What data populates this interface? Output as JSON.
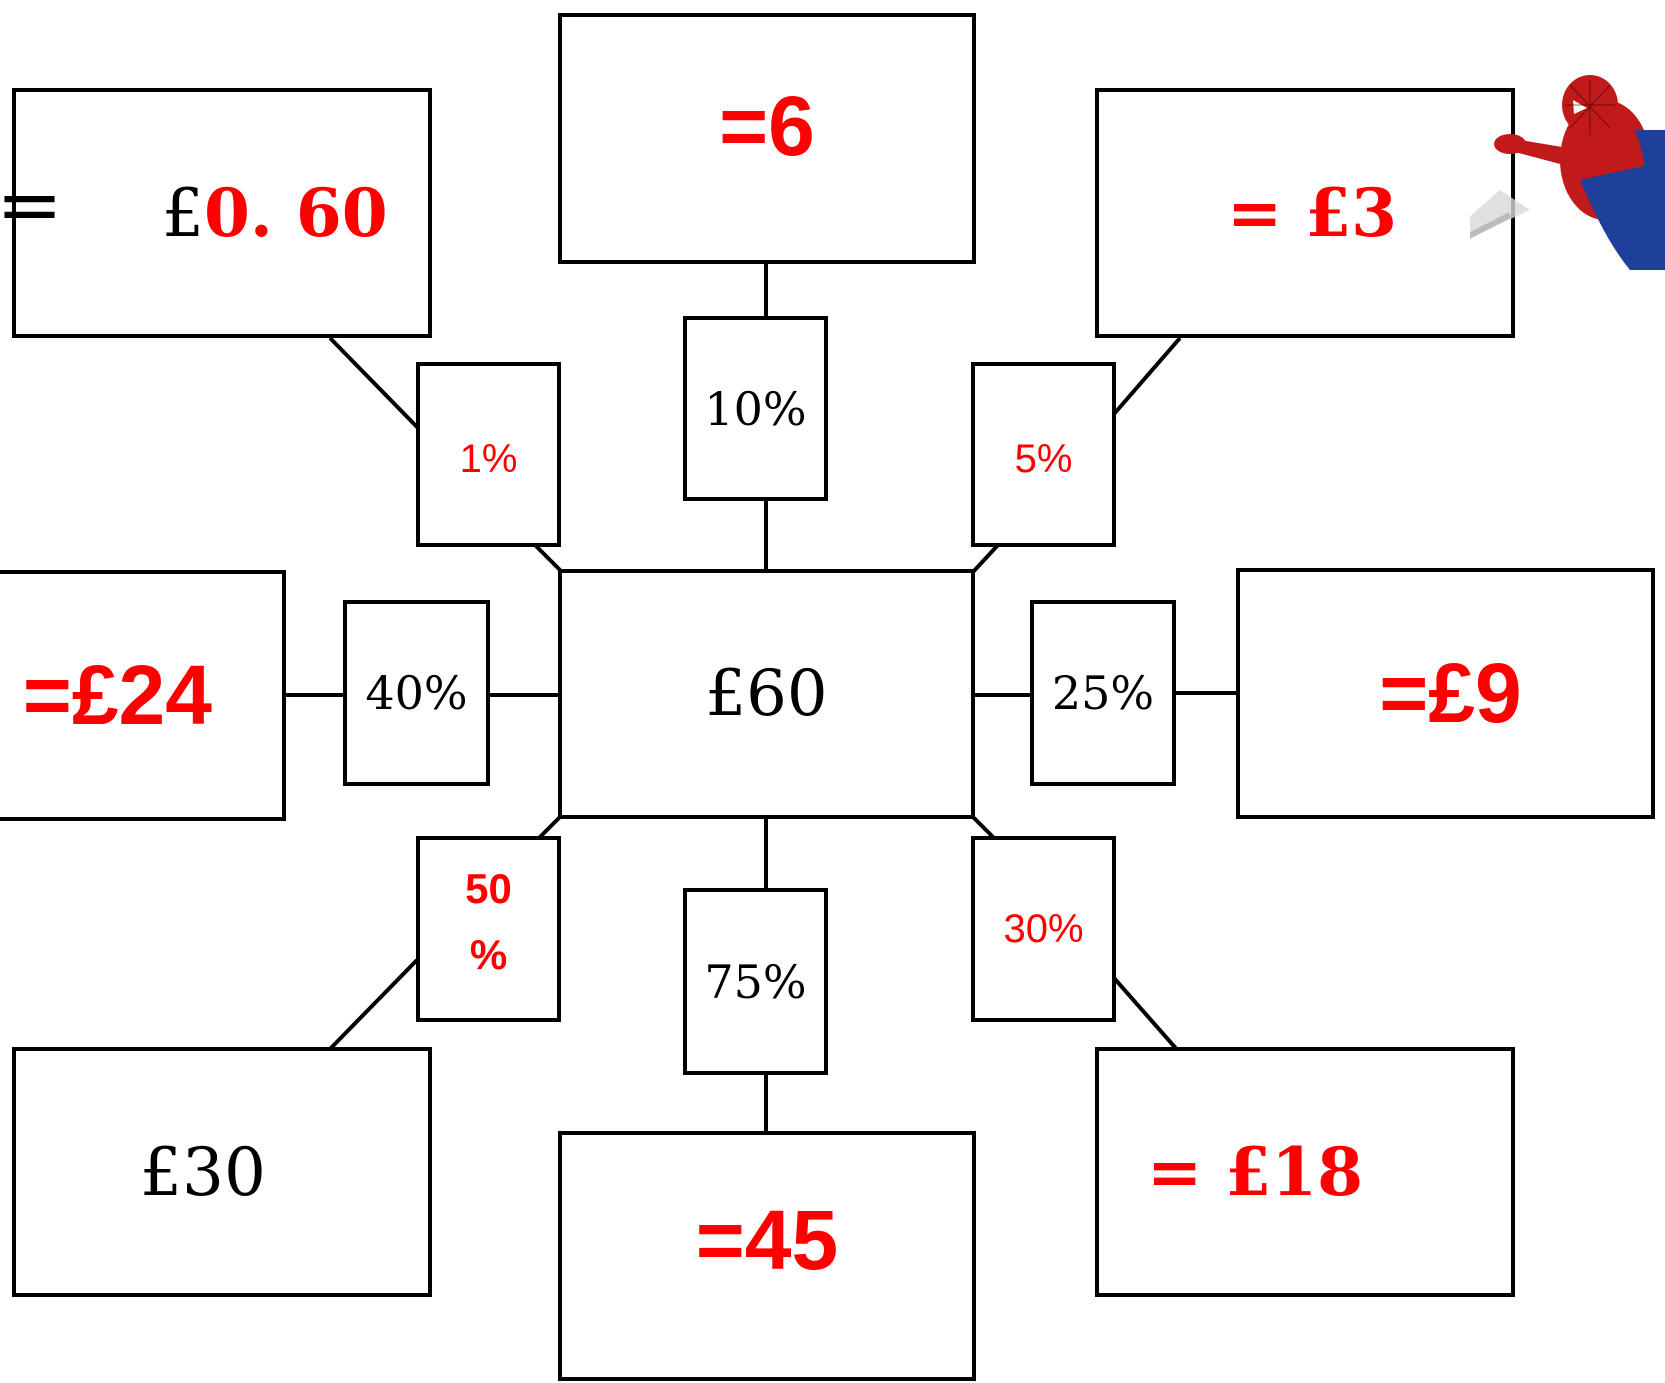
{
  "center": {
    "label": "£60"
  },
  "percents": {
    "p1": "1%",
    "p10": "10%",
    "p5": "5%",
    "p40": "40%",
    "p25": "25%",
    "p50_line1": "50",
    "p50_line2": "%",
    "p75": "75%",
    "p30": "30%"
  },
  "answers": {
    "a1_eq": "=",
    "a1_pound": "£",
    "a1_value": "0. 60",
    "a10": "=6",
    "a5": "= £3",
    "a40": "=£24",
    "a25": "=£9",
    "a50": "£30",
    "a75": "=45",
    "a30": "= £18"
  },
  "colors": {
    "answer": "#ff0000",
    "outline": "#000000"
  },
  "decoration": {
    "icon": "spider-man-figure"
  }
}
